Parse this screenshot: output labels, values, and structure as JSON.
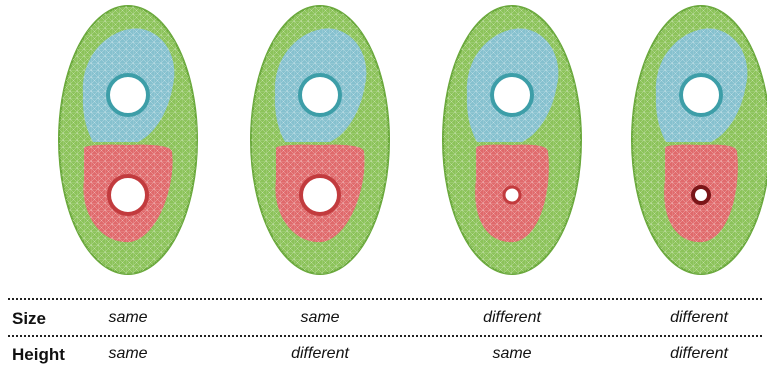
{
  "panels": [
    {
      "top_zone": "cyan",
      "bottom_zone": "red",
      "top_hole": "large",
      "bottom_hole": "large"
    },
    {
      "top_zone": "cyan",
      "bottom_zone": "red",
      "top_hole": "large",
      "bottom_hole": "large"
    },
    {
      "top_zone": "cyan",
      "bottom_zone": "red",
      "top_hole": "large",
      "bottom_hole": "small"
    },
    {
      "top_zone": "cyan",
      "bottom_zone": "red",
      "top_hole": "large",
      "bottom_hole": "small"
    }
  ],
  "colors": {
    "plate": "#8cc35a",
    "plate_edge": "#69a83a",
    "top_zone": "#86c1cf",
    "bottom_zone": "#e06a6c",
    "top_hole_ring": "#3d9ea8",
    "bottom_hole_ring": "#c23b3e",
    "small_hole_ring": "#7a1518"
  },
  "table": {
    "rows": [
      {
        "label": "Size",
        "values": [
          "same",
          "same",
          "different",
          "different"
        ]
      },
      {
        "label": "Height",
        "values": [
          "same",
          "different",
          "same",
          "different"
        ]
      }
    ]
  }
}
